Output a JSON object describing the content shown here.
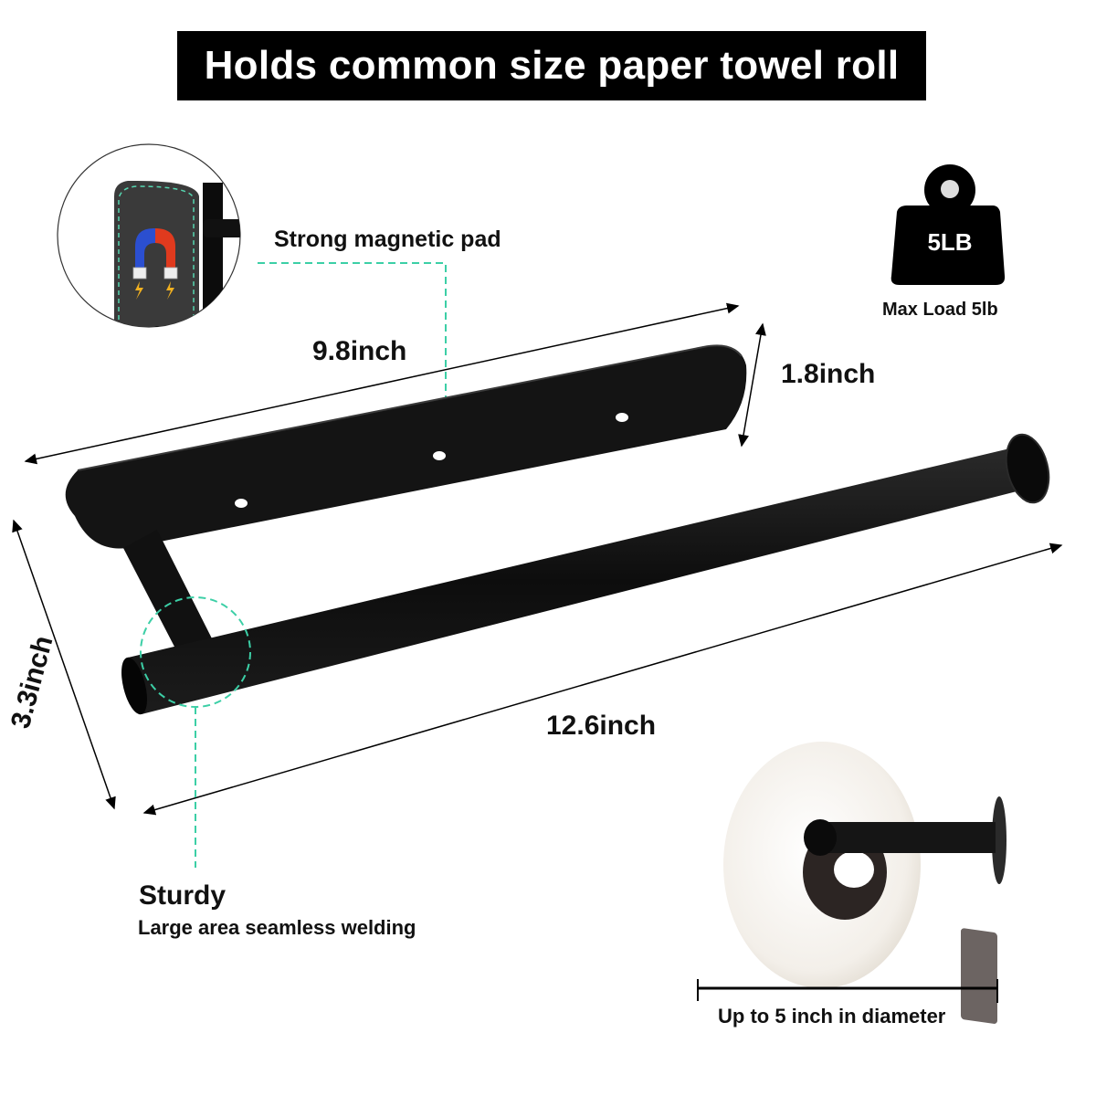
{
  "banner": {
    "title": "Holds common size paper towel roll"
  },
  "callouts": {
    "magnetic": {
      "label": "Strong magnetic pad"
    },
    "sturdy": {
      "title": "Sturdy",
      "subtitle": "Large area seamless welding"
    }
  },
  "load_badge": {
    "weight_text": "5LB",
    "caption": "Max Load 5lb"
  },
  "dimensions": {
    "plate_length": "9.8inch",
    "plate_height": "1.8inch",
    "depth": "3.3inch",
    "rod_length": "12.6inch"
  },
  "roll_inset": {
    "caption": "Up to 5 inch in diameter"
  },
  "colors": {
    "banner_bg": "#000000",
    "banner_text": "#ffffff",
    "accent_dashed": "#3ccfa6",
    "product_black": "#111111",
    "magnet_blue": "#2b4fd0",
    "magnet_red": "#e03a1e",
    "bolt_yellow": "#f0b020"
  }
}
